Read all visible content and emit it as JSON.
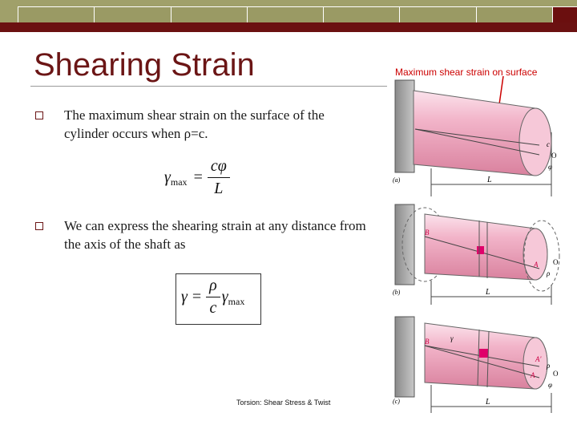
{
  "slide": {
    "title": "Shearing Strain",
    "footer": "Torsion: Shear Stress & Twist",
    "colors": {
      "title": "#6b1515",
      "band_maroon": "#6b1111",
      "band_olive": "#a0a06a",
      "annotation": "#cc0000",
      "cylinder": "#f0b6cc"
    }
  },
  "bullets": [
    {
      "text": "The maximum shear strain on the surface of the cylinder occurs when ρ=c."
    },
    {
      "text": "We can express the shearing strain at any distance  from the axis of the shaft as"
    }
  ],
  "equations": {
    "eq1": {
      "lhs": "γ",
      "lhs_sub": "max",
      "equals": "=",
      "num": "cφ",
      "den": "L"
    },
    "eq2": {
      "lhs": "γ",
      "equals": "=",
      "num": "ρ",
      "den": "c",
      "rhs": "γ",
      "rhs_sub": "max"
    }
  },
  "figure": {
    "caption": "Maximum shear strain on surface",
    "panels": [
      {
        "label": "(a)",
        "L": "L",
        "marks": [
          "c",
          "O",
          "φ"
        ]
      },
      {
        "label": "(b)",
        "L": "L",
        "marks": [
          "B",
          "A",
          "O",
          "ρ"
        ]
      },
      {
        "label": "(c)",
        "L": "L",
        "marks": [
          "B",
          "γ",
          "A'",
          "A",
          "ρ",
          "O",
          "φ"
        ]
      }
    ]
  }
}
